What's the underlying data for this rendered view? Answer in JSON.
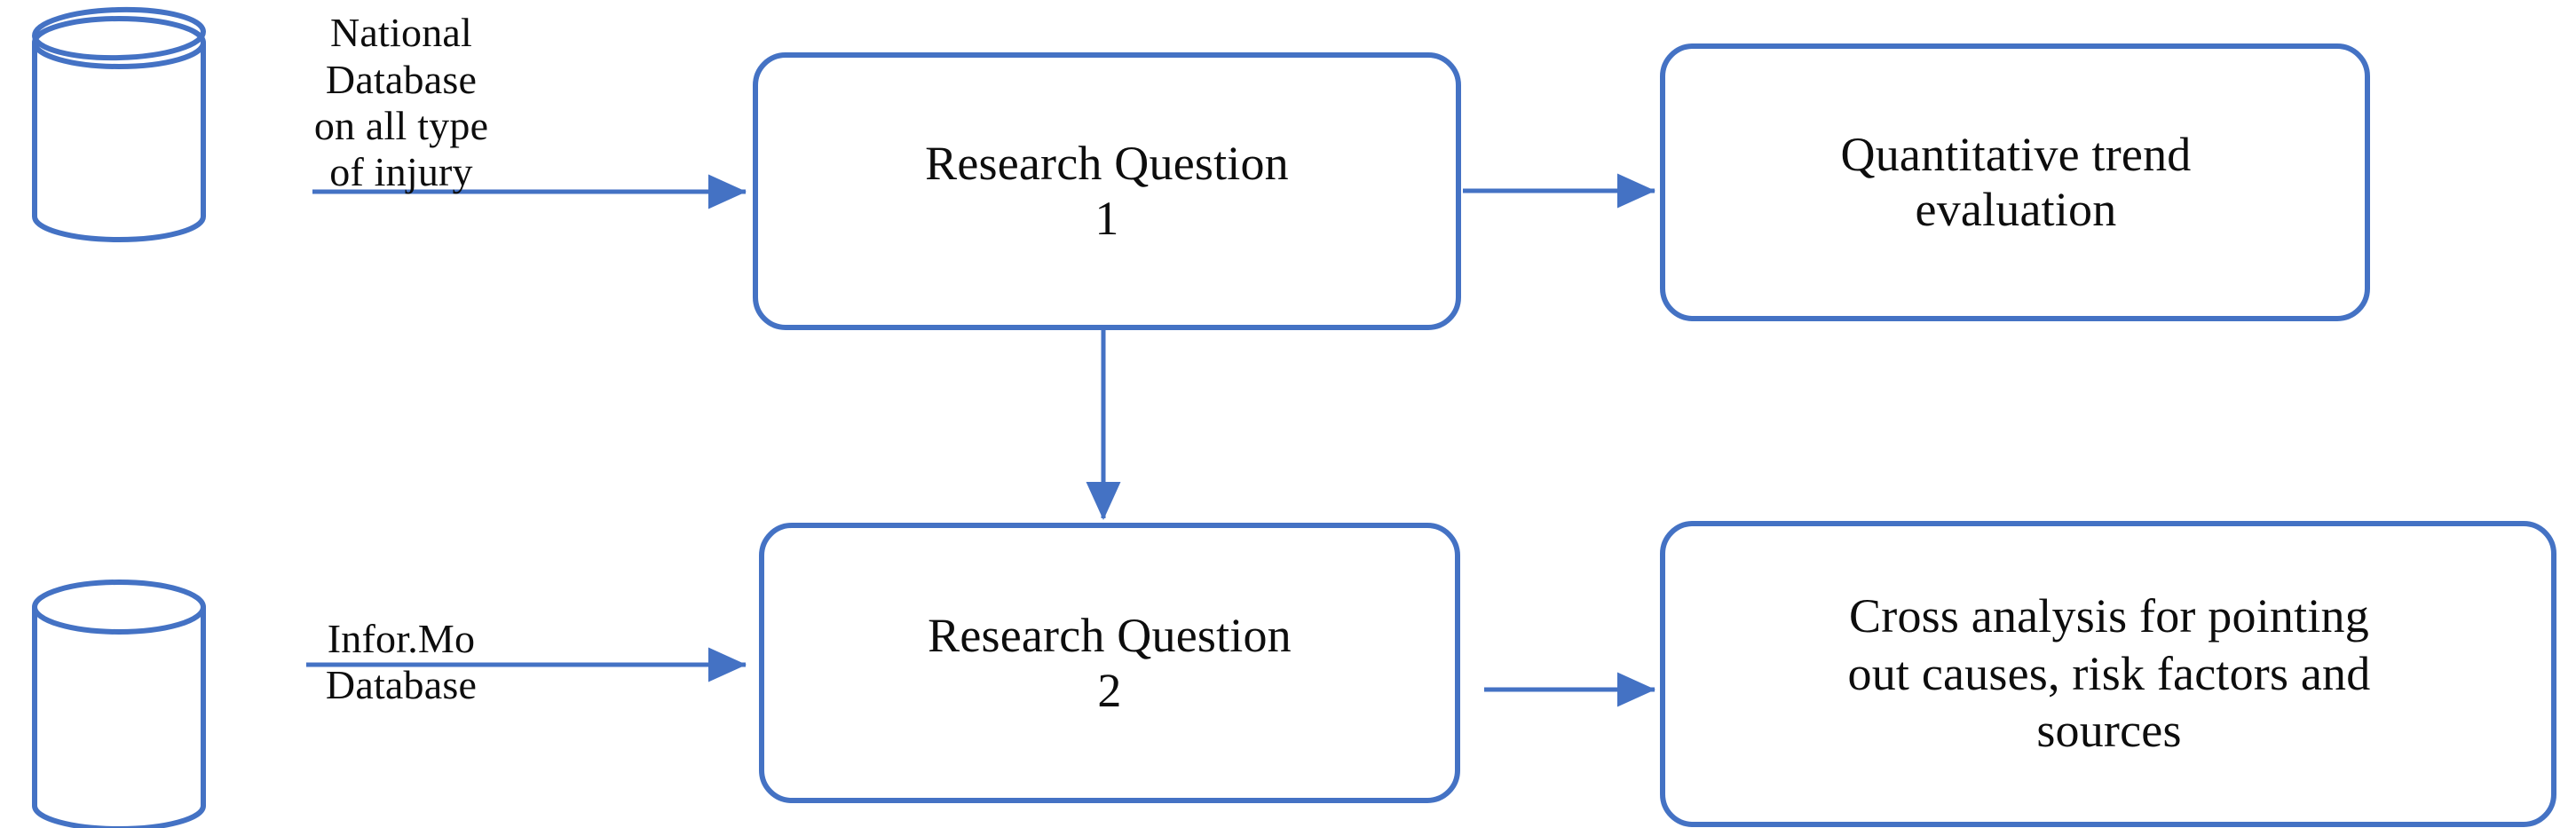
{
  "diagram": {
    "title": "Research design flow diagram",
    "accent_color": "#4472C4",
    "text_color": "#0d0d0d",
    "background": "#ffffff",
    "datastores": [
      {
        "id": "national-database",
        "icon": "database-cylinder-icon",
        "caption": "National\nDatabase\non all type\nof injury"
      },
      {
        "id": "informo-database",
        "icon": "database-cylinder-icon",
        "caption": "Infor.Mo\nDatabase"
      }
    ],
    "processes": [
      {
        "id": "research-question-1",
        "label": "Research Question\n1"
      },
      {
        "id": "research-question-2",
        "label": "Research Question\n2"
      }
    ],
    "outcomes": [
      {
        "id": "quantitative-trend-evaluation",
        "label": "Quantitative trend\nevaluation"
      },
      {
        "id": "cross-analysis",
        "label": "Cross analysis  for pointing\nout causes,  risk  factors and\nsources"
      }
    ],
    "connectors": [
      {
        "id": "national-db-to-rq1",
        "from": "national-database",
        "to": "research-question-1",
        "direction": "right"
      },
      {
        "id": "rq1-to-quantitative",
        "from": "research-question-1",
        "to": "quantitative-trend-evaluation",
        "direction": "right"
      },
      {
        "id": "rq1-to-rq2",
        "from": "research-question-1",
        "to": "research-question-2",
        "direction": "down"
      },
      {
        "id": "informo-db-to-rq2",
        "from": "informo-database",
        "to": "research-question-2",
        "direction": "right"
      },
      {
        "id": "rq2-to-cross-analysis",
        "from": "research-question-2",
        "to": "cross-analysis",
        "direction": "right"
      }
    ]
  }
}
